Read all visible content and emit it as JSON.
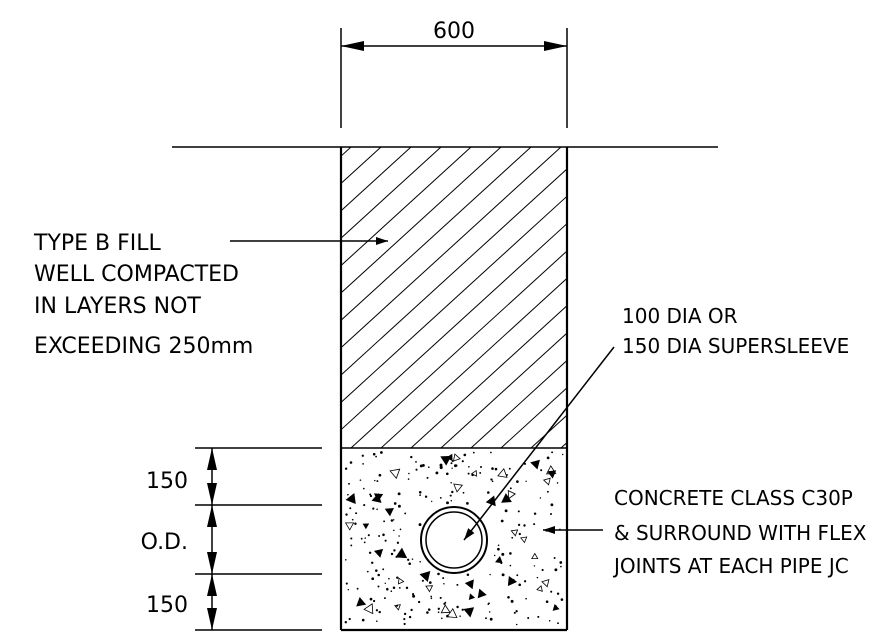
{
  "dimensions": {
    "trench_width": "600",
    "bedding_top": "150",
    "pipe": "O.D.",
    "bedding_bottom": "150"
  },
  "fill_note": {
    "lines": [
      "TYPE B FILL",
      "WELL COMPACTED",
      "IN LAYERS NOT",
      "EXCEEDING 250mm"
    ]
  },
  "pipe_note": {
    "lines": [
      "100 DIA OR",
      "150 DIA SUPERSLEEVE"
    ]
  },
  "concrete_note": {
    "lines": [
      "CONCRETE CLASS C30P",
      "& SURROUND WITH FLEX",
      "JOINTS AT EACH PIPE JC"
    ]
  }
}
